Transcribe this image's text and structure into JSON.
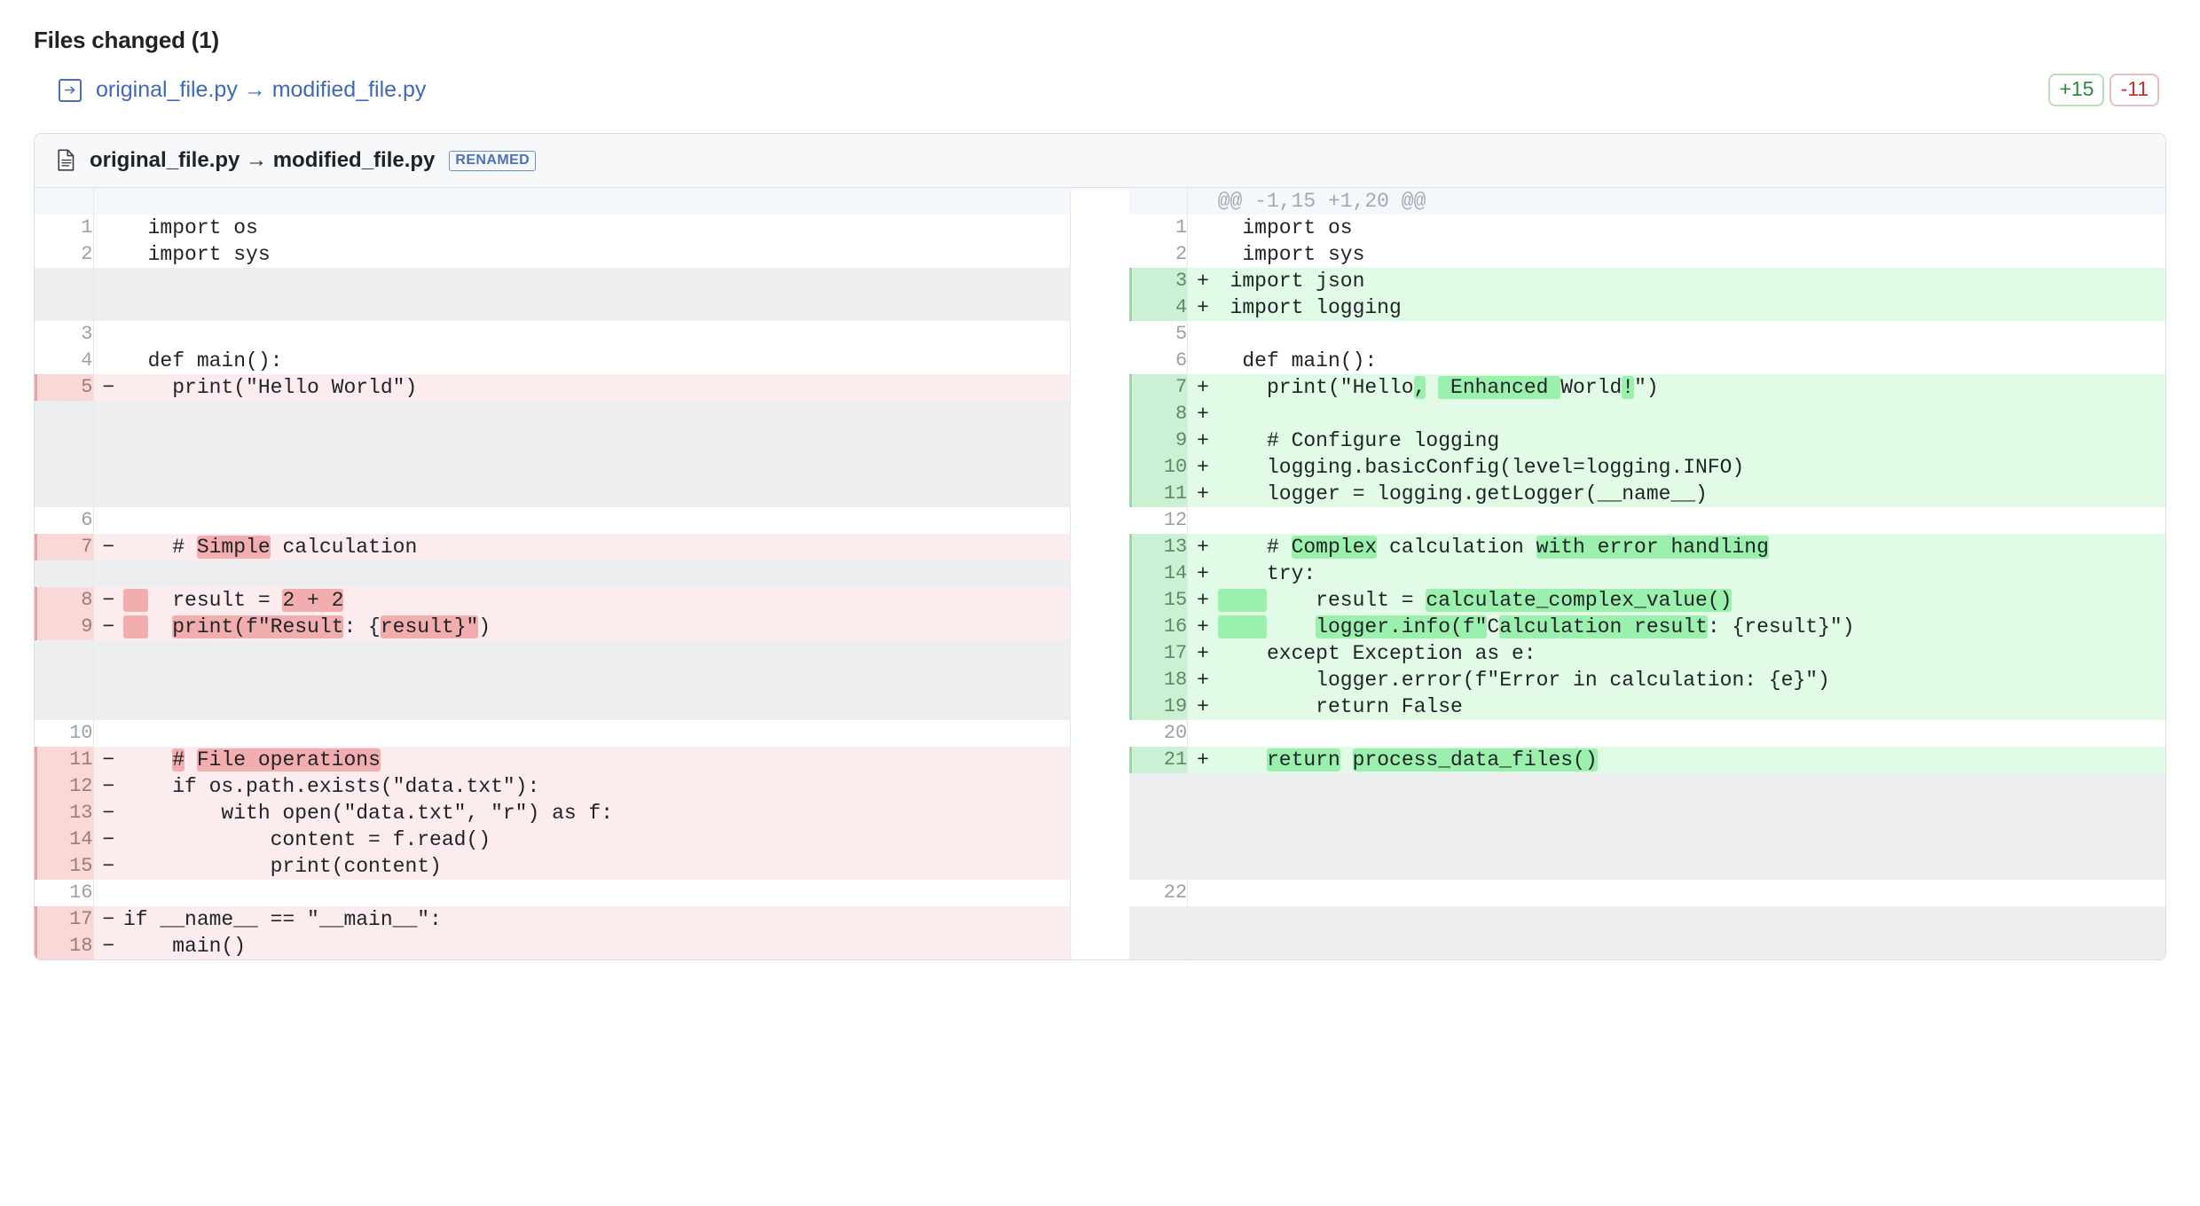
{
  "header": {
    "title": "Files changed (1)",
    "file_link": "original_file.py → modified_file.py",
    "rename_icon": "rename-arrow-icon",
    "additions": "+15",
    "deletions": "-11"
  },
  "file_card": {
    "icon": "file-document-icon",
    "title": "original_file.py → modified_file.py",
    "badge": "RENAMED",
    "hunk_header": "@@ -1,15 +1,20 @@"
  },
  "colors": {
    "add_bg": "#e2fbe6",
    "add_word": "#9cf0ae",
    "del_bg": "#fceced",
    "del_word": "#f2aeae",
    "empty_bg": "#eceef0",
    "link": "#3f6ab5",
    "badge_blue": "#4a72b8",
    "add_text": "#2f8a3d",
    "del_text": "#c0352f"
  },
  "rows": [
    {
      "type": "hunk",
      "left": {
        "num": "",
        "sign": "",
        "parts": []
      },
      "right": {
        "num": "",
        "sign": "",
        "parts": [
          {
            "t": "@@ -1,15 +1,20 @@",
            "h": false
          }
        ]
      }
    },
    {
      "type": "ctx",
      "left": {
        "num": "1",
        "sign": "",
        "parts": [
          {
            "t": "  import os",
            "h": false
          }
        ]
      },
      "right": {
        "num": "1",
        "sign": "",
        "parts": [
          {
            "t": "  import os",
            "h": false
          }
        ]
      }
    },
    {
      "type": "ctx",
      "left": {
        "num": "2",
        "sign": "",
        "parts": [
          {
            "t": "  import sys",
            "h": false
          }
        ]
      },
      "right": {
        "num": "2",
        "sign": "",
        "parts": [
          {
            "t": "  import sys",
            "h": false
          }
        ]
      }
    },
    {
      "type": "empty-add",
      "left": {
        "num": "",
        "sign": "",
        "parts": []
      },
      "right": {
        "num": "3",
        "sign": "+",
        "parts": [
          {
            "t": " import json",
            "h": false
          }
        ]
      }
    },
    {
      "type": "empty-add",
      "left": {
        "num": "",
        "sign": "",
        "parts": []
      },
      "right": {
        "num": "4",
        "sign": "+",
        "parts": [
          {
            "t": " import logging",
            "h": false
          }
        ]
      }
    },
    {
      "type": "ctx",
      "left": {
        "num": "3",
        "sign": "",
        "parts": [
          {
            "t": "",
            "h": false
          }
        ]
      },
      "right": {
        "num": "5",
        "sign": "",
        "parts": [
          {
            "t": "",
            "h": false
          }
        ]
      }
    },
    {
      "type": "ctx",
      "left": {
        "num": "4",
        "sign": "",
        "parts": [
          {
            "t": "  def main():",
            "h": false
          }
        ]
      },
      "right": {
        "num": "6",
        "sign": "",
        "parts": [
          {
            "t": "  def main():",
            "h": false
          }
        ]
      }
    },
    {
      "type": "del-add",
      "left": {
        "num": "5",
        "sign": "−",
        "parts": [
          {
            "t": "    print(\"Hello World\")",
            "h": false
          }
        ]
      },
      "right": {
        "num": "7",
        "sign": "+",
        "parts": [
          {
            "t": "    print(\"Hello",
            "h": false
          },
          {
            "t": ",",
            "h": true
          },
          {
            "t": " ",
            "h": false
          },
          {
            "t": " Enhanced ",
            "h": true
          },
          {
            "t": "World",
            "h": false
          },
          {
            "t": "!",
            "h": true
          },
          {
            "t": "\")",
            "h": false
          }
        ]
      }
    },
    {
      "type": "empty-add",
      "left": {
        "num": "",
        "sign": "",
        "parts": []
      },
      "right": {
        "num": "8",
        "sign": "+",
        "parts": [
          {
            "t": "",
            "h": false
          }
        ]
      }
    },
    {
      "type": "empty-add",
      "left": {
        "num": "",
        "sign": "",
        "parts": []
      },
      "right": {
        "num": "9",
        "sign": "+",
        "parts": [
          {
            "t": "    # Configure logging",
            "h": false
          }
        ]
      }
    },
    {
      "type": "empty-add",
      "left": {
        "num": "",
        "sign": "",
        "parts": []
      },
      "right": {
        "num": "10",
        "sign": "+",
        "parts": [
          {
            "t": "    logging.basicConfig(level=logging.INFO)",
            "h": false
          }
        ]
      }
    },
    {
      "type": "empty-add",
      "left": {
        "num": "",
        "sign": "",
        "parts": []
      },
      "right": {
        "num": "11",
        "sign": "+",
        "parts": [
          {
            "t": "    logger = logging.getLogger(__name__)",
            "h": false
          }
        ]
      }
    },
    {
      "type": "ctx",
      "left": {
        "num": "6",
        "sign": "",
        "parts": [
          {
            "t": "",
            "h": false
          }
        ]
      },
      "right": {
        "num": "12",
        "sign": "",
        "parts": [
          {
            "t": "",
            "h": false
          }
        ]
      }
    },
    {
      "type": "del-add",
      "left": {
        "num": "7",
        "sign": "−",
        "parts": [
          {
            "t": "    # ",
            "h": false
          },
          {
            "t": "Simple",
            "h": true
          },
          {
            "t": " calculation",
            "h": false
          }
        ]
      },
      "right": {
        "num": "13",
        "sign": "+",
        "parts": [
          {
            "t": "    # ",
            "h": false
          },
          {
            "t": "Complex",
            "h": true
          },
          {
            "t": " calculation ",
            "h": false
          },
          {
            "t": "with error handling",
            "h": true
          }
        ]
      }
    },
    {
      "type": "empty-add",
      "left": {
        "num": "",
        "sign": "",
        "parts": []
      },
      "right": {
        "num": "14",
        "sign": "+",
        "parts": [
          {
            "t": "    try:",
            "h": false
          }
        ]
      }
    },
    {
      "type": "del-add",
      "left": {
        "num": "8",
        "sign": "−",
        "parts": [
          {
            "t": "  ",
            "h": true
          },
          {
            "t": "  result = ",
            "h": false
          },
          {
            "t": "2 + 2",
            "h": true
          }
        ]
      },
      "right": {
        "num": "15",
        "sign": "+",
        "parts": [
          {
            "t": "    ",
            "h": true
          },
          {
            "t": "    result = ",
            "h": false
          },
          {
            "t": "calculate_complex_value()",
            "h": true
          }
        ]
      }
    },
    {
      "type": "del-add",
      "left": {
        "num": "9",
        "sign": "−",
        "parts": [
          {
            "t": "  ",
            "h": true
          },
          {
            "t": "  ",
            "h": false
          },
          {
            "t": "print(f\"Result",
            "h": true
          },
          {
            "t": ": {",
            "h": false
          },
          {
            "t": "result}\"",
            "h": true
          },
          {
            "t": ")",
            "h": false
          }
        ]
      },
      "right": {
        "num": "16",
        "sign": "+",
        "parts": [
          {
            "t": "    ",
            "h": true
          },
          {
            "t": "    ",
            "h": false
          },
          {
            "t": "logger.info(f\"",
            "h": true
          },
          {
            "t": "C",
            "h": false
          },
          {
            "t": "alculation result",
            "h": true
          },
          {
            "t": ": {result}\")",
            "h": false
          }
        ]
      }
    },
    {
      "type": "empty-add",
      "left": {
        "num": "",
        "sign": "",
        "parts": []
      },
      "right": {
        "num": "17",
        "sign": "+",
        "parts": [
          {
            "t": "    except Exception as e:",
            "h": false
          }
        ]
      }
    },
    {
      "type": "empty-add",
      "left": {
        "num": "",
        "sign": "",
        "parts": []
      },
      "right": {
        "num": "18",
        "sign": "+",
        "parts": [
          {
            "t": "        logger.error(f\"Error in calculation: {e}\")",
            "h": false
          }
        ]
      }
    },
    {
      "type": "empty-add",
      "left": {
        "num": "",
        "sign": "",
        "parts": []
      },
      "right": {
        "num": "19",
        "sign": "+",
        "parts": [
          {
            "t": "        return False",
            "h": false
          }
        ]
      }
    },
    {
      "type": "ctx",
      "left": {
        "num": "10",
        "sign": "",
        "parts": [
          {
            "t": "",
            "h": false
          }
        ]
      },
      "right": {
        "num": "20",
        "sign": "",
        "parts": [
          {
            "t": "",
            "h": false
          }
        ]
      }
    },
    {
      "type": "del-add",
      "left": {
        "num": "11",
        "sign": "−",
        "parts": [
          {
            "t": "    ",
            "h": false
          },
          {
            "t": "#",
            "h": true
          },
          {
            "t": " ",
            "h": false
          },
          {
            "t": "File operations",
            "h": true
          }
        ]
      },
      "right": {
        "num": "21",
        "sign": "+",
        "parts": [
          {
            "t": "    ",
            "h": false
          },
          {
            "t": "return",
            "h": true
          },
          {
            "t": " ",
            "h": false
          },
          {
            "t": "process_data_files()",
            "h": true
          }
        ]
      }
    },
    {
      "type": "del-empty",
      "left": {
        "num": "12",
        "sign": "−",
        "parts": [
          {
            "t": "    if os.path.exists(\"data.txt\"):",
            "h": false
          }
        ]
      },
      "right": {
        "num": "",
        "sign": "",
        "parts": []
      }
    },
    {
      "type": "del-empty",
      "left": {
        "num": "13",
        "sign": "−",
        "parts": [
          {
            "t": "        with open(\"data.txt\", \"r\") as f:",
            "h": false
          }
        ]
      },
      "right": {
        "num": "",
        "sign": "",
        "parts": []
      }
    },
    {
      "type": "del-empty",
      "left": {
        "num": "14",
        "sign": "−",
        "parts": [
          {
            "t": "            content = f.read()",
            "h": false
          }
        ]
      },
      "right": {
        "num": "",
        "sign": "",
        "parts": []
      }
    },
    {
      "type": "del-empty",
      "left": {
        "num": "15",
        "sign": "−",
        "parts": [
          {
            "t": "            print(content)",
            "h": false
          }
        ]
      },
      "right": {
        "num": "",
        "sign": "",
        "parts": []
      }
    },
    {
      "type": "ctx",
      "left": {
        "num": "16",
        "sign": "",
        "parts": [
          {
            "t": "",
            "h": false
          }
        ]
      },
      "right": {
        "num": "22",
        "sign": "",
        "parts": [
          {
            "t": "",
            "h": false
          }
        ]
      }
    },
    {
      "type": "del-empty",
      "left": {
        "num": "17",
        "sign": "−",
        "parts": [
          {
            "t": "if __name__ == \"__main__\":",
            "h": false
          }
        ]
      },
      "right": {
        "num": "",
        "sign": "",
        "parts": []
      }
    },
    {
      "type": "del-empty",
      "left": {
        "num": "18",
        "sign": "−",
        "parts": [
          {
            "t": "    main()",
            "h": false
          }
        ]
      },
      "right": {
        "num": "",
        "sign": "",
        "parts": []
      }
    }
  ]
}
